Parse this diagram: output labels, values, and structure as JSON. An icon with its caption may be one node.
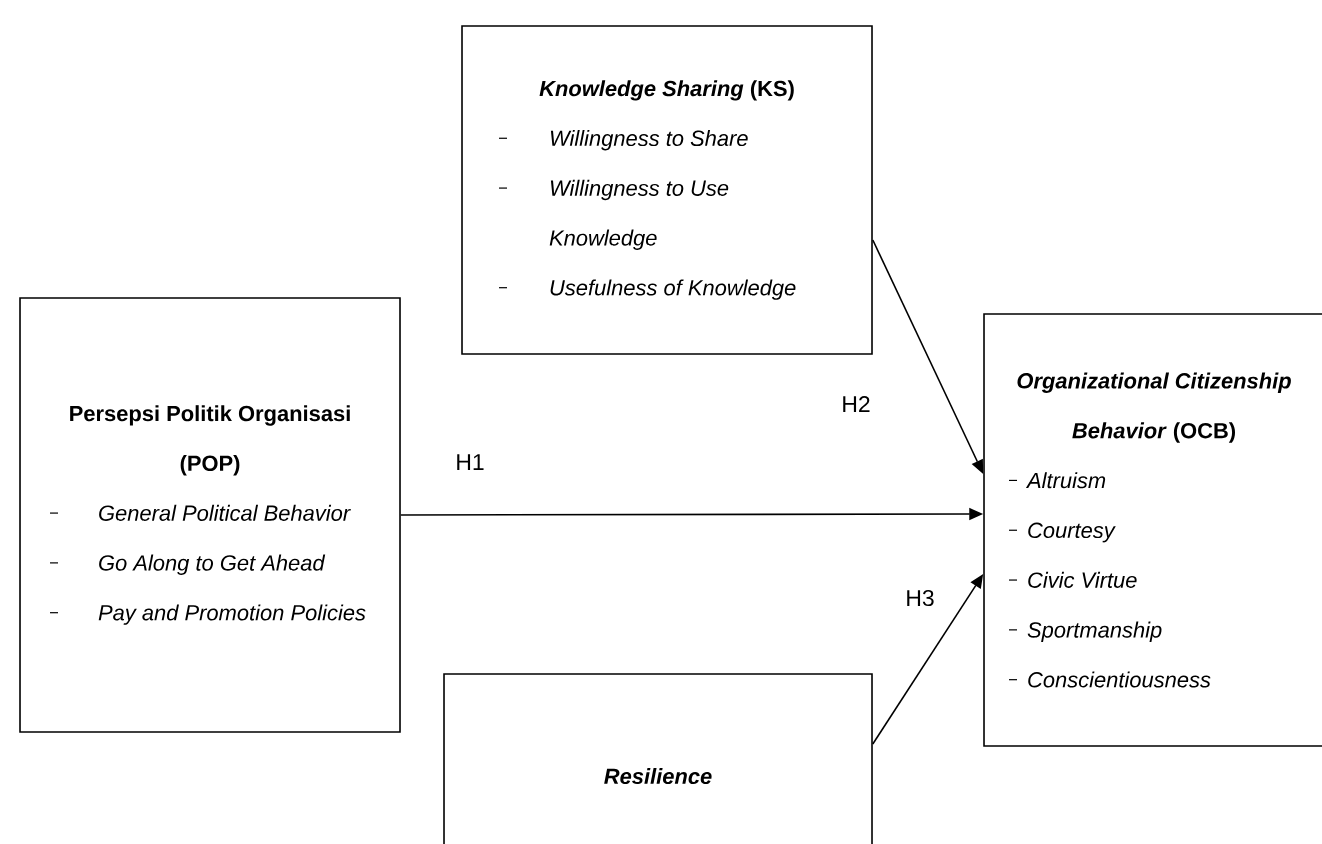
{
  "diagram": {
    "nodes": [
      {
        "text": [
          "*Knowledge Sharing* (KS)",
          "Willingness to Share",
          "Willingness to Use Knowledge",
          "Usefulness of Knowledge"
        ]
      },
      {
        "text": [
          "Persepsi Politik Organisasi (POP)",
          "General Political Behavior",
          "Go Along to Get Ahead",
          "Pay and Promotion Policies"
        ]
      },
      {
        "text": [
          "*Organizational Citizenship Behavior* (OCB)",
          "Altruism",
          "Courtesy",
          "Civic Virtue",
          "Sportmanship",
          "Conscientiousness"
        ]
      },
      {
        "text": [
          "Resilience"
        ]
      }
    ],
    "edges": [
      {
        "from": 1,
        "to": 2,
        "arrow": "to",
        "label": "H1"
      },
      {
        "from": 0,
        "to": 2,
        "arrow": "to",
        "label": "H2"
      },
      {
        "from": 3,
        "to": 2,
        "arrow": "to",
        "label": "H3"
      }
    ]
  }
}
